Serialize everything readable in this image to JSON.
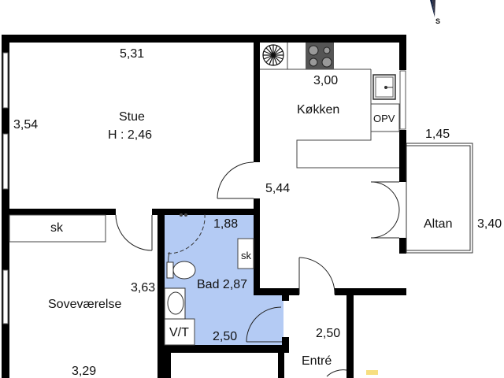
{
  "plan": {
    "compass": {
      "south_label": "S"
    },
    "rooms": {
      "stue": {
        "name": "Stue",
        "height": "H : 2,46",
        "width_dim": "5,31",
        "depth_dim": "3,54"
      },
      "kokken": {
        "name": "Køkken",
        "width_dim": "3,00",
        "depth_dim": "5,44",
        "fridge_label": "OPV"
      },
      "altan": {
        "name": "Altan",
        "width_dim": "1,45",
        "depth_dim": "3,40"
      },
      "sovevaerelse": {
        "name": "Soveværelse",
        "width_dim": "3,29",
        "depth_dim": "3,63",
        "closet_label": "sk"
      },
      "bad": {
        "name": "Bad 2,87",
        "width_dim": "1,88",
        "depth_dim": "2,50",
        "closet_label": "sk",
        "vt_label": "V/T"
      },
      "entre": {
        "name": "Entré",
        "depth_dim": "2,50"
      }
    },
    "colors": {
      "wall": "#000000",
      "bath_fill": "#b4cbf4",
      "line": "#333333",
      "stove": "#555555",
      "burner": "#9a9a9a"
    }
  }
}
